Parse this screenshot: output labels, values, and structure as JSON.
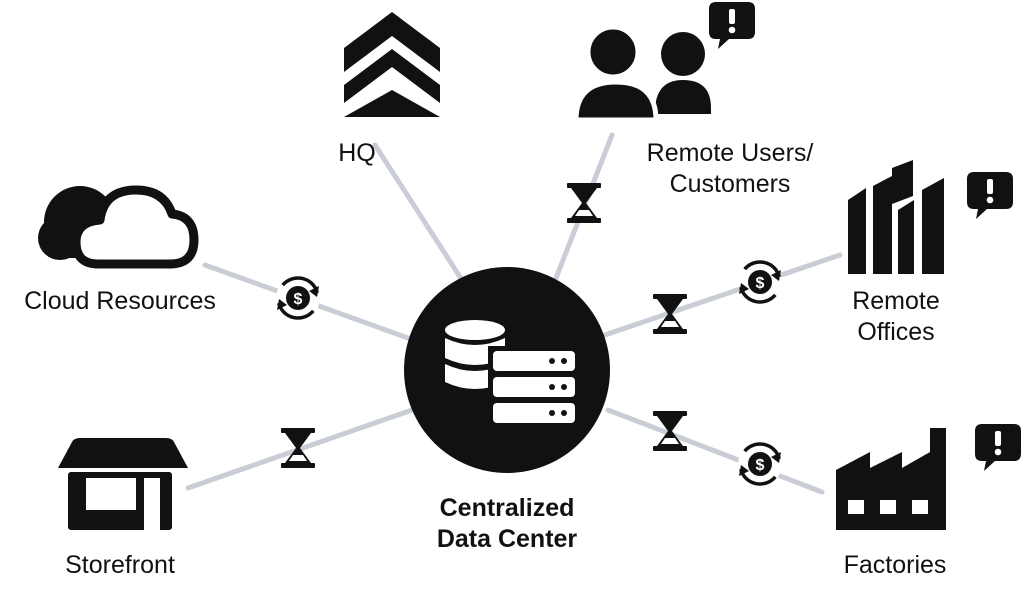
{
  "colors": {
    "ink": "#111111",
    "connector": "#c9cdd6",
    "background": "#ffffff"
  },
  "center": {
    "icon": "database-server-icon",
    "label_line1": "Centralized",
    "label_line2": "Data Center"
  },
  "nodes": {
    "hq": {
      "icon": "chevron-stack-icon",
      "label_line1": "HQ"
    },
    "remote_users": {
      "icon": "users-icon",
      "label_line1": "Remote Users/",
      "label_line2": "Customers",
      "alert": "alert-bubble-icon"
    },
    "cloud": {
      "icon": "cloud-icon",
      "label_line1": "Cloud Resources"
    },
    "remote_offices": {
      "icon": "office-buildings-icon",
      "label_line1": "Remote",
      "label_line2": "Offices",
      "alert": "alert-bubble-icon"
    },
    "storefront": {
      "icon": "storefront-icon",
      "label_line1": "Storefront"
    },
    "factories": {
      "icon": "factory-icon",
      "label_line1": "Factories",
      "alert": "alert-bubble-icon"
    }
  },
  "connector_badges": {
    "remote_users": "hourglass-icon",
    "cloud": "dollar-cycle-icon",
    "remote_offices": [
      "dollar-cycle-icon",
      "hourglass-icon"
    ],
    "storefront": "hourglass-icon",
    "factories": [
      "hourglass-icon",
      "dollar-cycle-icon"
    ]
  }
}
